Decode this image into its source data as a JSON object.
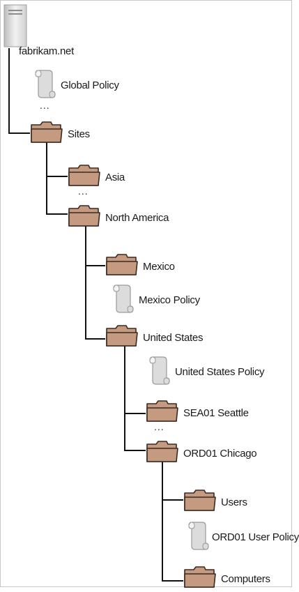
{
  "root": {
    "label": "fabrikam.net",
    "icon": "server-icon"
  },
  "tree": {
    "global_policy": {
      "label": "Global Policy",
      "icon": "policy-scroll-icon"
    },
    "sites": {
      "label": "Sites",
      "icon": "folder-icon"
    },
    "asia": {
      "label": "Asia",
      "icon": "folder-icon"
    },
    "north_america": {
      "label": "North America",
      "icon": "folder-icon"
    },
    "mexico": {
      "label": "Mexico",
      "icon": "folder-icon"
    },
    "mexico_policy": {
      "label": "Mexico Policy",
      "icon": "policy-scroll-icon"
    },
    "united_states": {
      "label": "United States",
      "icon": "folder-icon"
    },
    "us_policy": {
      "label": "United States Policy",
      "icon": "policy-scroll-icon"
    },
    "sea01": {
      "label": "SEA01 Seattle",
      "icon": "folder-icon"
    },
    "ord01": {
      "label": "ORD01 Chicago",
      "icon": "folder-icon"
    },
    "users": {
      "label": "Users",
      "icon": "folder-icon"
    },
    "ord01_policy": {
      "label": "ORD01 User Policy",
      "icon": "policy-scroll-icon"
    },
    "computers": {
      "label": "Computers",
      "icon": "folder-icon"
    }
  },
  "ellipsis": "...",
  "colors": {
    "folder_fill": "#c49a80",
    "folder_stroke": "#3a2a20",
    "scroll_fill": "#dcdcdc",
    "scroll_stroke": "#9a9a9a",
    "connector": "#111111"
  }
}
